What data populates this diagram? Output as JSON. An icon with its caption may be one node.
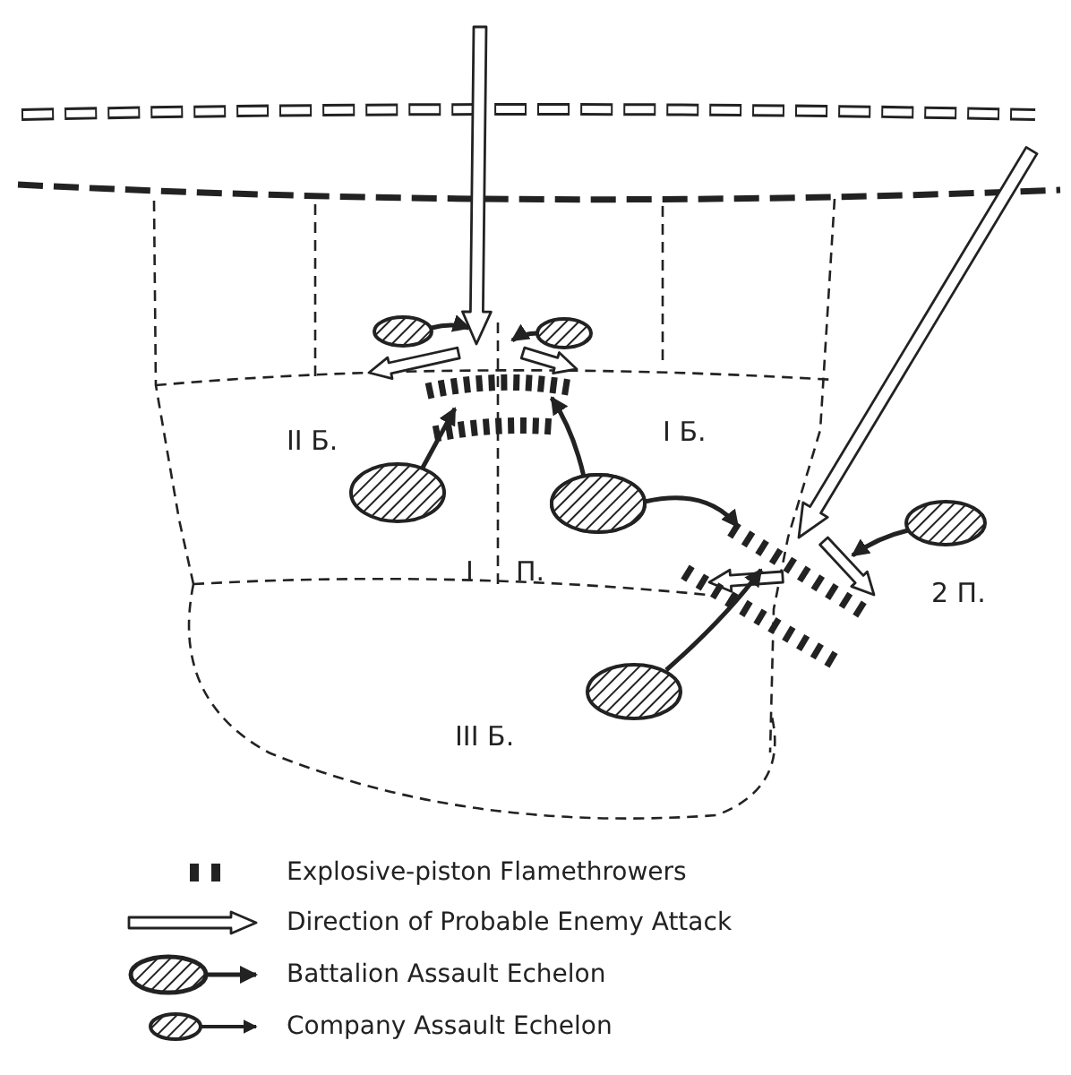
{
  "diagram": {
    "labels": [
      "II Б.",
      "I Б.",
      "I",
      "П.",
      "2 П.",
      "III Б."
    ],
    "legend": [
      {
        "text": "Explosive-piston Flamethrowers"
      },
      {
        "text": "Direction of Probable Enemy Attack"
      },
      {
        "text": "Battalion Assault Echelon"
      },
      {
        "text": "Company Assault Echelon"
      }
    ]
  }
}
